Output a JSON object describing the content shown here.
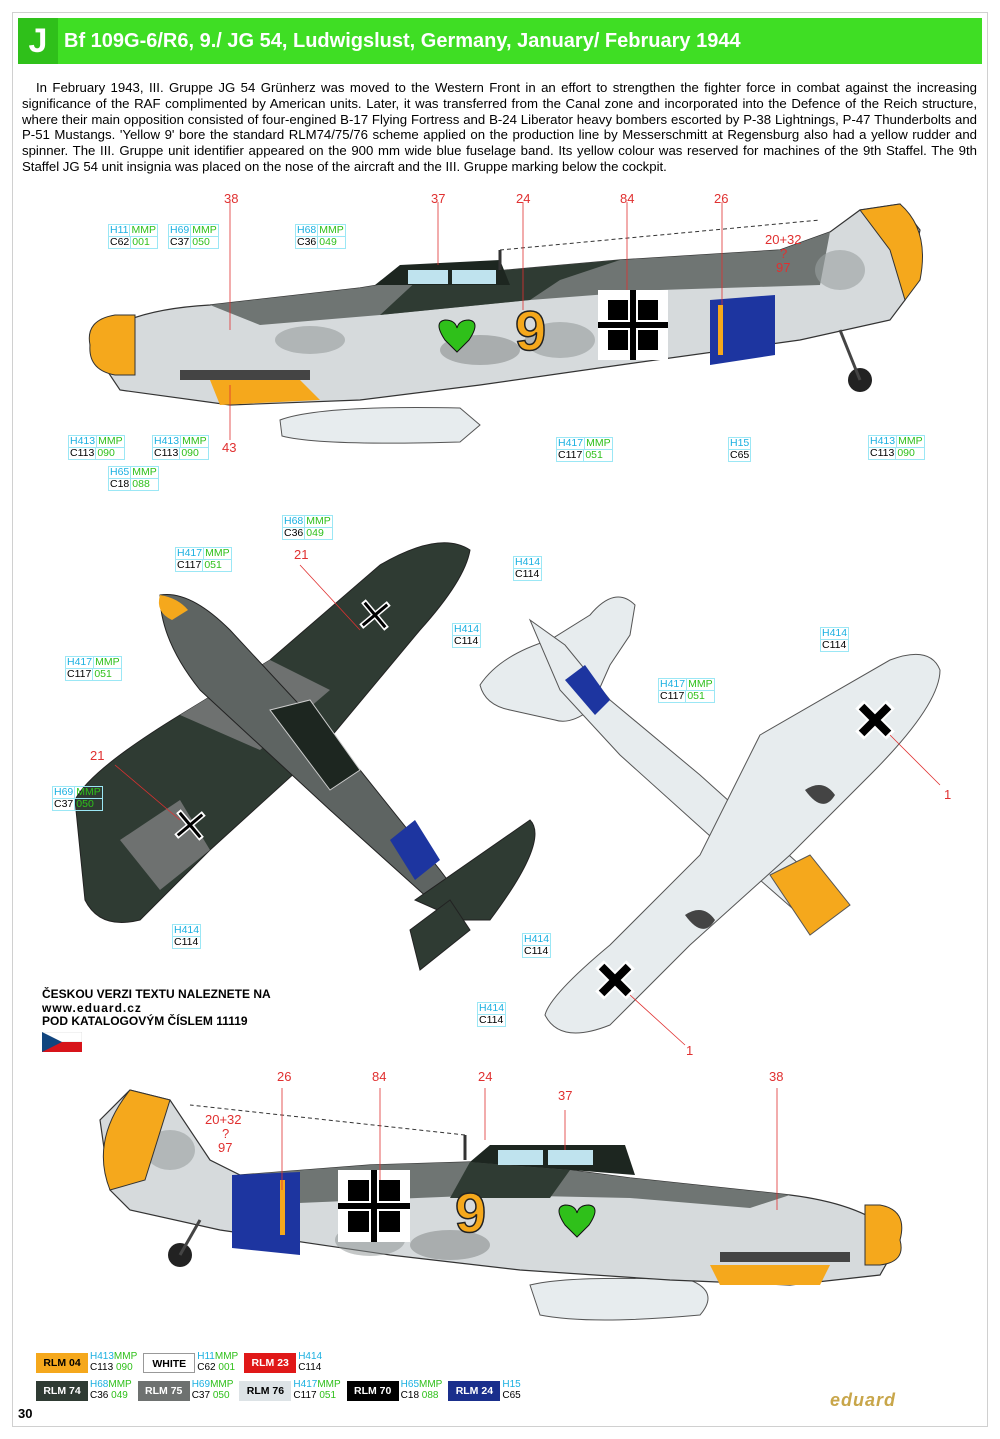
{
  "header": {
    "letter": "J",
    "title": "Bf 109G-6/R6, 9./ JG 54, Ludwigslust, Germany, January/ February 1944"
  },
  "description": "In February 1943, III. Gruppe JG 54 Grünherz was moved to the Western Front in an effort to strengthen the fighter force in combat against the increasing significance of the RAF complimented by American units. Later, it was transferred from the Canal zone and incorporated into the Defence of the Reich structure, where their main opposition consisted of four-engined B-17 Flying Fortress and B-24 Liberator heavy bombers escorted by P-38 Lightnings, P-47 Thunderbolts and P-51 Mustangs. 'Yellow 9' bore the standard RLM74/75/76 scheme applied on the production line by Messerschmitt at Regensburg also had a yellow rudder and spinner. The III. Gruppe unit identifier appeared on the 900 mm wide blue fuselage band. Its yellow colour was reserved for machines of the 9th Staffel. The 9th Staffel JG 54 unit insignia was placed on the nose of the aircraft and the III. Gruppe marking below the cockpit.",
  "callouts_top": {
    "n38": "38",
    "n37": "37",
    "n24": "24",
    "n84": "84",
    "n26": "26",
    "stencil_a": "20+32",
    "stencil_q": "?",
    "stencil_b": "97",
    "n43": "43"
  },
  "callouts_plan": {
    "n21a": "21",
    "n21b": "21",
    "n1a": "1",
    "n1b": "1"
  },
  "callouts_bottom": {
    "n26": "26",
    "n84": "84",
    "n24": "24",
    "n37": "37",
    "n38": "38",
    "stencil_a": "20+32",
    "stencil_q": "?",
    "stencil_b": "97"
  },
  "aircraft_marks": {
    "number": "9"
  },
  "paint_labels": {
    "h11": {
      "h": "H11",
      "m": "MMP",
      "c": "C62",
      "c2": "001"
    },
    "h69a": {
      "h": "H69",
      "m": "MMP",
      "c": "C37",
      "c2": "050"
    },
    "h68a": {
      "h": "H68",
      "m": "MMP",
      "c": "C36",
      "c2": "049"
    },
    "h413a": {
      "h": "H413",
      "m": "MMP",
      "c": "C113",
      "c2": "090"
    },
    "h413b": {
      "h": "H413",
      "m": "MMP",
      "c": "C113",
      "c2": "090"
    },
    "h65": {
      "h": "H65",
      "m": "MMP",
      "c": "C18",
      "c2": "088"
    },
    "h417a": {
      "h": "H417",
      "m": "MMP",
      "c": "C117",
      "c2": "051"
    },
    "h15": {
      "h": "H15",
      "m": "",
      "c": "C65",
      "c2": ""
    },
    "h413c": {
      "h": "H413",
      "m": "MMP",
      "c": "C113",
      "c2": "090"
    },
    "h68b": {
      "h": "H68",
      "m": "MMP",
      "c": "C36",
      "c2": "049"
    },
    "h417b": {
      "h": "H417",
      "m": "MMP",
      "c": "C117",
      "c2": "051"
    },
    "h417c": {
      "h": "H417",
      "m": "MMP",
      "c": "C117",
      "c2": "051"
    },
    "h69b": {
      "h": "H69",
      "m": "MMP",
      "c": "C37",
      "c2": "050"
    },
    "h414a": {
      "h": "H414",
      "m": "",
      "c": "C114",
      "c2": ""
    },
    "h414b": {
      "h": "H414",
      "m": "",
      "c": "C114",
      "c2": ""
    },
    "h414c": {
      "h": "H414",
      "m": "",
      "c": "C114",
      "c2": ""
    },
    "h417d": {
      "h": "H417",
      "m": "MMP",
      "c": "C117",
      "c2": "051"
    },
    "h414d": {
      "h": "H414",
      "m": "",
      "c": "C114",
      "c2": ""
    },
    "h414e": {
      "h": "H414",
      "m": "",
      "c": "C114",
      "c2": ""
    },
    "h414f": {
      "h": "H414",
      "m": "",
      "c": "C114",
      "c2": ""
    }
  },
  "czech_note": {
    "line1": "ČESKOU VERZI TEXTU NALEZNETE NA",
    "line2": "www.eduard.cz",
    "line3": "POD KATALOGOVÝM ČÍSLEM 11119"
  },
  "legend": [
    {
      "chip": "RLM 04",
      "bg": "#f5a81c",
      "fg": "#000",
      "h": "H413",
      "m": "MMP",
      "c": "C113",
      "c2": "090"
    },
    {
      "chip": "WHITE",
      "bg": "#ffffff",
      "fg": "#000",
      "h": "H11",
      "m": "MMP",
      "c": "C62",
      "c2": "001"
    },
    {
      "chip": "RLM 23",
      "bg": "#e01818",
      "fg": "#fff",
      "h": "H414",
      "m": "",
      "c": "C114",
      "c2": ""
    },
    {
      "chip": "RLM 74",
      "bg": "#2f3b33",
      "fg": "#fff",
      "h": "H68",
      "m": "MMP",
      "c": "C36",
      "c2": "049"
    },
    {
      "chip": "RLM 75",
      "bg": "#6e7170",
      "fg": "#fff",
      "h": "H69",
      "m": "MMP",
      "c": "C37",
      "c2": "050"
    },
    {
      "chip": "RLM 76",
      "bg": "#dde3e6",
      "fg": "#000",
      "h": "H417",
      "m": "MMP",
      "c": "C117",
      "c2": "051"
    },
    {
      "chip": "RLM 70",
      "bg": "#000000",
      "fg": "#fff",
      "h": "H65",
      "m": "MMP",
      "c": "C18",
      "c2": "088"
    },
    {
      "chip": "RLM 24",
      "bg": "#1a2f8c",
      "fg": "#fff",
      "h": "H15",
      "m": "",
      "c": "C65",
      "c2": ""
    }
  ],
  "page_number": "30",
  "brand": "eduard"
}
